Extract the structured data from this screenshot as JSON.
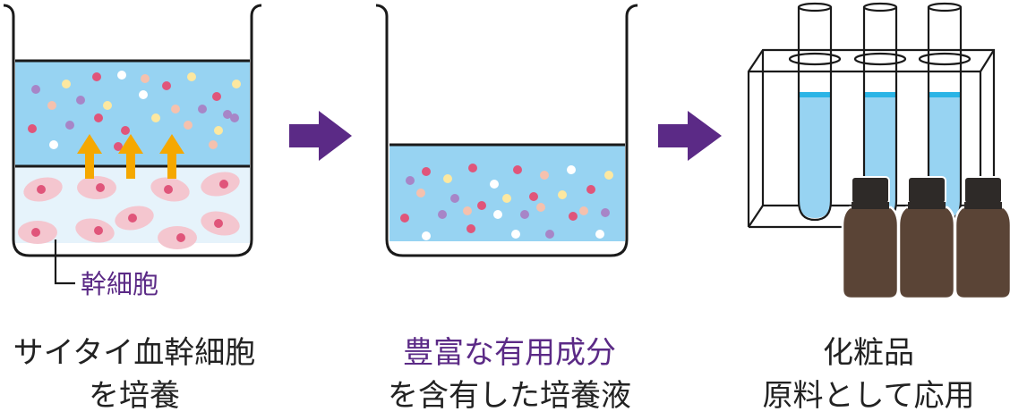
{
  "colors": {
    "outline": "#1a1a1a",
    "medium_blue": "#97d3f2",
    "cell_bg": "#e6f3fb",
    "cell_pink": "#f4c6cf",
    "cell_nucleus": "#e0557a",
    "arrow_orange": "#f5a800",
    "arrow_purple": "#5b2a86",
    "tube_liquid": "#97d3f2",
    "tube_cap": "#2ab4e6",
    "bottle_body": "#5a4436",
    "bottle_cap": "#2e2a28",
    "dot_colors": [
      "#e0557a",
      "#a785c7",
      "#fde8a0",
      "#ffffff",
      "#f5c1ae"
    ]
  },
  "stem_cell_label": "幹細胞",
  "steps": [
    {
      "line1": "サイタイ血幹細胞",
      "line2": "を培養"
    },
    {
      "line1": "豊富な有用成分",
      "line2": "を含有した培養液"
    },
    {
      "line1": "化粧品",
      "line2": "原料として応用"
    }
  ],
  "icons": {
    "beaker1": "beaker-with-cells-icon",
    "beaker2": "beaker-with-medium-icon",
    "tubes": "test-tube-rack-icon",
    "bottles": "cosmetic-bottles-icon",
    "arrow": "right-arrow-icon"
  }
}
